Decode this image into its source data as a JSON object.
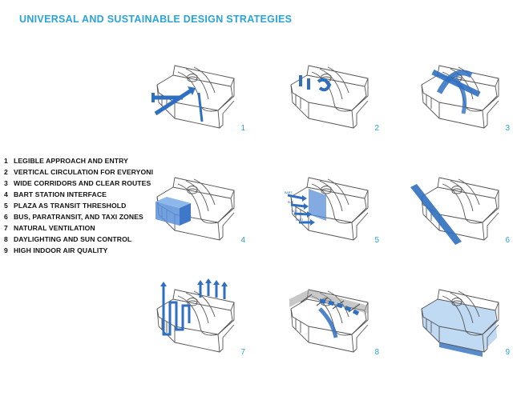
{
  "title": "UNIVERSAL AND SUSTAINABLE DESIGN STRATEGIES",
  "colors": {
    "accent": "#2aa3d8",
    "diagram_blue": "#2f6fc0",
    "light_blue": "#b9d6f2",
    "line": "#555555"
  },
  "strategies": [
    {
      "num": "1",
      "label": "LEGIBLE APPROACH AND ENTRY"
    },
    {
      "num": "2",
      "label": "VERTICAL CIRCULATION FOR EVERYONI"
    },
    {
      "num": "3",
      "label": "WIDE CORRIDORS AND CLEAR ROUTES"
    },
    {
      "num": "4",
      "label": "BART STATION INTERFACE"
    },
    {
      "num": "5",
      "label": "PLAZA AS TRANSIT THRESHOLD"
    },
    {
      "num": "6",
      "label": "BUS, PARATRANSIT, AND TAXI ZONES"
    },
    {
      "num": "7",
      "label": "NATURAL VENTILATION"
    },
    {
      "num": "8",
      "label": "DAYLIGHTING AND SUN CONTROL"
    },
    {
      "num": "9",
      "label": "HIGH INDOOR AIR QUALITY"
    }
  ],
  "panel5_labels": [
    "BART",
    "BUS",
    "TAXI",
    "BART"
  ]
}
